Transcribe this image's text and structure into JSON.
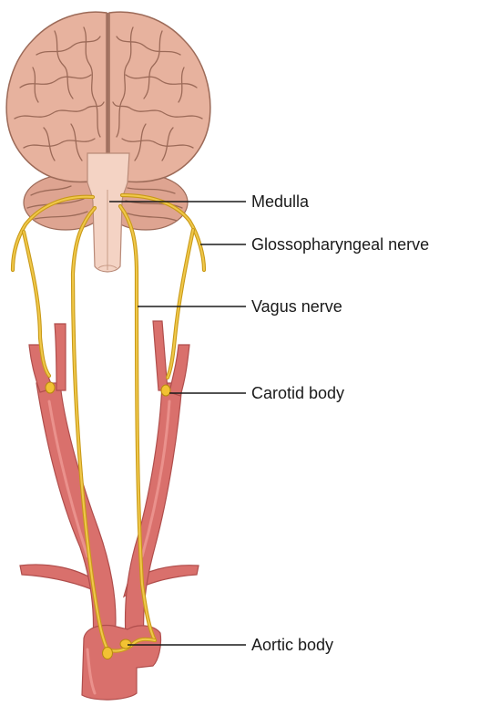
{
  "labels": {
    "medulla": "Medulla",
    "glossopharyngeal": "Glossopharyngeal nerve",
    "vagus": "Vagus nerve",
    "carotid": "Carotid body",
    "aortic": "Aortic body"
  },
  "colors": {
    "brain": "#e7b29e",
    "brain_outline": "#9c6a58",
    "brainstem": "#f4d3c4",
    "artery": "#d9706c",
    "nerve": "#e2b52e",
    "text": "#1a1a1a"
  },
  "icons": [
    "brain-illustration",
    "artery-illustration"
  ]
}
